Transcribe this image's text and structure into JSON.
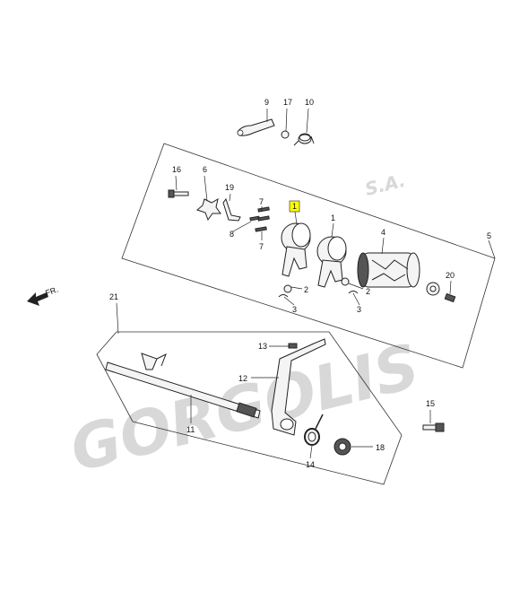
{
  "watermark": {
    "brand": "GORGOLIS",
    "suffix": "S.A."
  },
  "direction_label": "FR.",
  "callouts": [
    {
      "id": "c1",
      "text": "1"
    },
    {
      "id": "c1b",
      "text": "1"
    },
    {
      "id": "c2a",
      "text": "2"
    },
    {
      "id": "c2b",
      "text": "2"
    },
    {
      "id": "c3a",
      "text": "3"
    },
    {
      "id": "c3b",
      "text": "3"
    },
    {
      "id": "c4",
      "text": "4"
    },
    {
      "id": "c5",
      "text": "5"
    },
    {
      "id": "c6",
      "text": "6"
    },
    {
      "id": "c7a",
      "text": "7"
    },
    {
      "id": "c7b",
      "text": "7"
    },
    {
      "id": "c8",
      "text": "8"
    },
    {
      "id": "c9",
      "text": "9"
    },
    {
      "id": "c10",
      "text": "10"
    },
    {
      "id": "c11",
      "text": "11"
    },
    {
      "id": "c12",
      "text": "12"
    },
    {
      "id": "c13",
      "text": "13"
    },
    {
      "id": "c14",
      "text": "14"
    },
    {
      "id": "c15",
      "text": "15"
    },
    {
      "id": "c16",
      "text": "16"
    },
    {
      "id": "c17",
      "text": "17"
    },
    {
      "id": "c18",
      "text": "18"
    },
    {
      "id": "c19",
      "text": "19"
    },
    {
      "id": "c20",
      "text": "20"
    },
    {
      "id": "c21",
      "text": "21"
    }
  ],
  "highlight_color": "#ffff00"
}
